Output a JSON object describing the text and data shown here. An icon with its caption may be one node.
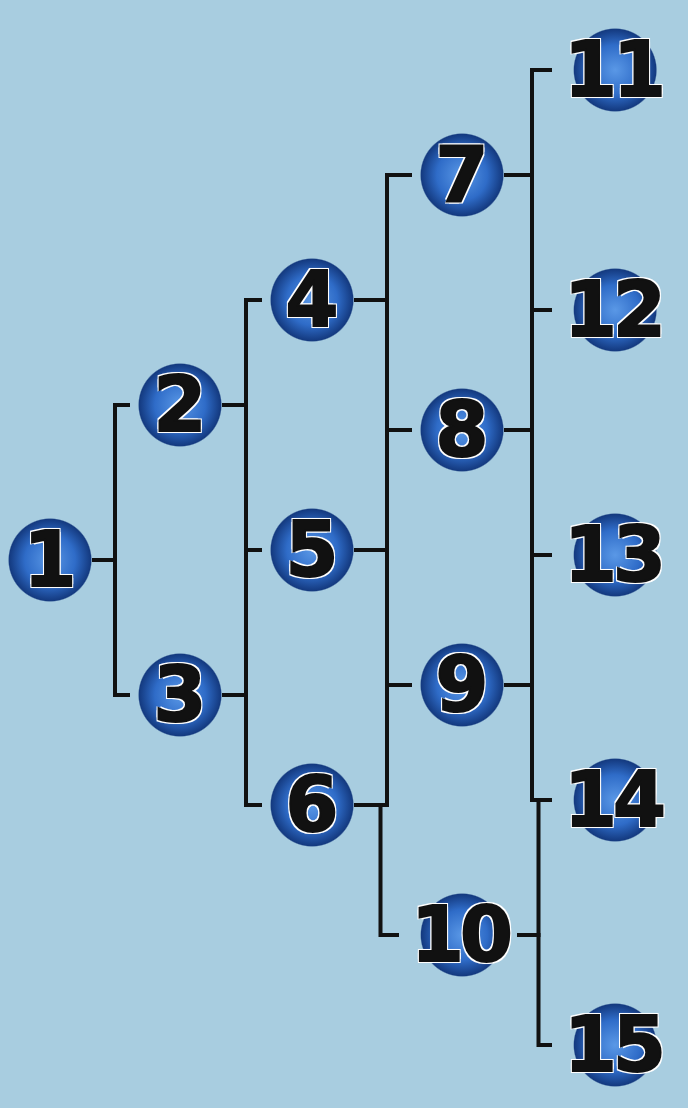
{
  "diagram": {
    "nodes": [
      {
        "text": [
          "1"
        ]
      },
      {
        "text": [
          "2"
        ]
      },
      {
        "text": [
          "3"
        ]
      },
      {
        "text": [
          "4"
        ]
      },
      {
        "text": [
          "5"
        ]
      },
      {
        "text": [
          "6"
        ]
      },
      {
        "text": [
          "7"
        ]
      },
      {
        "text": [
          "8"
        ]
      },
      {
        "text": [
          "9"
        ]
      },
      {
        "text": [
          "10"
        ]
      },
      {
        "text": [
          "11"
        ]
      },
      {
        "text": [
          "12"
        ]
      },
      {
        "text": [
          "13"
        ]
      },
      {
        "text": [
          "14"
        ]
      },
      {
        "text": [
          "15"
        ]
      }
    ],
    "edges": [
      {
        "from": 0,
        "to": 1,
        "arrow": "none"
      },
      {
        "from": 0,
        "to": 2,
        "arrow": "none"
      },
      {
        "from": 1,
        "to": 3,
        "arrow": "none"
      },
      {
        "from": 1,
        "to": 4,
        "arrow": "none"
      },
      {
        "from": 2,
        "to": 4,
        "arrow": "none"
      },
      {
        "from": 2,
        "to": 5,
        "arrow": "none"
      },
      {
        "from": 3,
        "to": 6,
        "arrow": "none"
      },
      {
        "from": 3,
        "to": 7,
        "arrow": "none"
      },
      {
        "from": 4,
        "to": 7,
        "arrow": "none"
      },
      {
        "from": 4,
        "to": 8,
        "arrow": "none"
      },
      {
        "from": 5,
        "to": 8,
        "arrow": "none"
      },
      {
        "from": 5,
        "to": 9,
        "arrow": "none"
      },
      {
        "from": 6,
        "to": 10,
        "arrow": "none"
      },
      {
        "from": 6,
        "to": 11,
        "arrow": "none"
      },
      {
        "from": 7,
        "to": 11,
        "arrow": "none"
      },
      {
        "from": 7,
        "to": 12,
        "arrow": "none"
      },
      {
        "from": 8,
        "to": 12,
        "arrow": "none"
      },
      {
        "from": 8,
        "to": 13,
        "arrow": "none"
      },
      {
        "from": 9,
        "to": 13,
        "arrow": "none"
      },
      {
        "from": 9,
        "to": 14,
        "arrow": "none"
      }
    ]
  }
}
